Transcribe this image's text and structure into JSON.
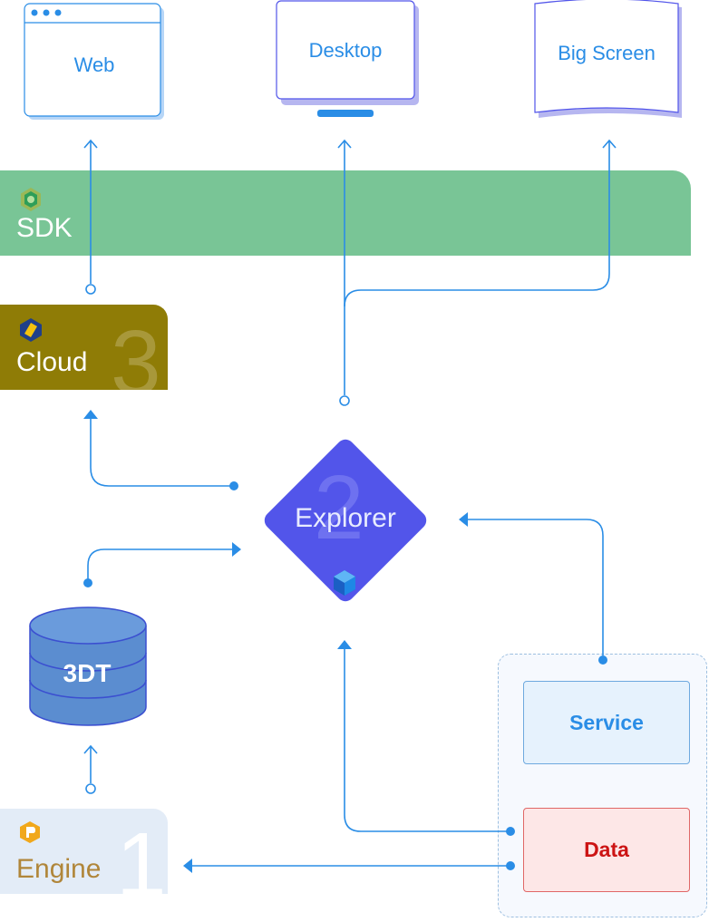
{
  "screens": {
    "web": "Web",
    "desktop": "Desktop",
    "big_screen": "Big Screen"
  },
  "sdk": {
    "label": "SDK"
  },
  "cloud": {
    "label": "Cloud",
    "number": "3"
  },
  "explorer": {
    "label": "Explorer",
    "number": "2"
  },
  "database": {
    "label": "3DT"
  },
  "engine": {
    "label": "Engine",
    "number": "1"
  },
  "service": {
    "label": "Service"
  },
  "data": {
    "label": "Data"
  },
  "colors": {
    "sdk_band": "#79c596",
    "cloud_box": "#8f7c06",
    "engine_box": "#e3ecf7",
    "explorer": "#5255ea",
    "database": "#5b8dd0",
    "connector": "#2a8de6",
    "data_text": "#cc1414",
    "service_text": "#2a8de6"
  },
  "icons": [
    "sdk-icon",
    "cloud-icon",
    "explorer-icon",
    "engine-icon"
  ]
}
